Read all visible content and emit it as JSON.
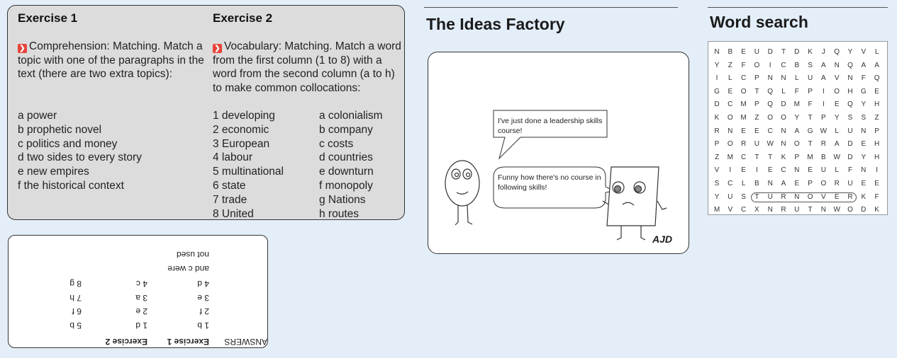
{
  "exercise1": {
    "title": "Exercise 1",
    "instruction": "Comprehension: Matching. Match a topic with one of the paragraphs in the text (there are two extra topics):",
    "items": [
      "a power",
      "b prophetic novel",
      "c politics and money",
      "d two sides to every story",
      "e new empires",
      "f the historical context"
    ]
  },
  "exercise2": {
    "title": "Exercise 2",
    "instruction": "Vocabulary: Matching. Match a word from the first column (1 to 8) with a word from the second column (a to h) to make common collocations:",
    "col1": [
      "1 developing",
      "2 economic",
      "3 European",
      "4 labour",
      "5 multinational",
      "6 state",
      "7 trade",
      "8 United"
    ],
    "col2": [
      "a colonialism",
      "b company",
      "c costs",
      "d countries",
      "e downturn",
      "f monopoly",
      "g Nations",
      "h routes"
    ]
  },
  "answers": {
    "title": "ANSWERS",
    "ex1_label": "Exercise 1",
    "ex2_label": "Exercise 2",
    "col1": [
      "1 b",
      "2 f",
      "3 e",
      "4 d"
    ],
    "col2": [
      "1 d",
      "2 e",
      "3 a",
      "4 c"
    ],
    "col3": [
      "5 b",
      "6 f",
      "7 h",
      "8 g"
    ],
    "note1": "and c were",
    "note2": "not used"
  },
  "ideas": {
    "title": "The Ideas Factory",
    "bubble1": "I've just done a leadership skills course!",
    "bubble2": "Funny how there's no course in following skills!",
    "signature": "AJD"
  },
  "wordsearch": {
    "title": "Word search",
    "grid": [
      [
        "N",
        "B",
        "E",
        "U",
        "D",
        "T",
        "D",
        "K",
        "J",
        "Q",
        "Y",
        "V",
        "L"
      ],
      [
        "Y",
        "Z",
        "F",
        "O",
        "I",
        "C",
        "B",
        "S",
        "A",
        "N",
        "Q",
        "A",
        "A"
      ],
      [
        "I",
        "L",
        "C",
        "P",
        "N",
        "N",
        "L",
        "U",
        "A",
        "V",
        "N",
        "F",
        "Q"
      ],
      [
        "G",
        "E",
        "O",
        "T",
        "Q",
        "L",
        "F",
        "P",
        "I",
        "O",
        "H",
        "G",
        "E"
      ],
      [
        "D",
        "C",
        "M",
        "P",
        "Q",
        "D",
        "M",
        "F",
        "I",
        "E",
        "Q",
        "Y",
        "H"
      ],
      [
        "K",
        "O",
        "M",
        "Z",
        "O",
        "O",
        "Y",
        "T",
        "P",
        "Y",
        "S",
        "S",
        "Z"
      ],
      [
        "R",
        "N",
        "E",
        "E",
        "C",
        "N",
        "A",
        "G",
        "W",
        "L",
        "U",
        "N",
        "P"
      ],
      [
        "P",
        "O",
        "R",
        "U",
        "W",
        "N",
        "O",
        "T",
        "R",
        "A",
        "D",
        "E",
        "H"
      ],
      [
        "Z",
        "M",
        "C",
        "T",
        "T",
        "K",
        "P",
        "M",
        "B",
        "W",
        "D",
        "Y",
        "H"
      ],
      [
        "V",
        "I",
        "E",
        "I",
        "E",
        "C",
        "N",
        "E",
        "U",
        "L",
        "F",
        "N",
        "I"
      ],
      [
        "S",
        "C",
        "L",
        "B",
        "N",
        "A",
        "E",
        "P",
        "O",
        "R",
        "U",
        "E",
        "E"
      ],
      [
        "Y",
        "U",
        "S",
        "T",
        "U",
        "R",
        "N",
        "O",
        "V",
        "E",
        "R",
        "K",
        "F"
      ],
      [
        "M",
        "V",
        "C",
        "X",
        "N",
        "R",
        "U",
        "T",
        "N",
        "W",
        "O",
        "D",
        "K"
      ]
    ],
    "found_word": "TURNOVER"
  },
  "colors": {
    "accent": "#e8443a",
    "panel": "#dcdcdc",
    "background": "#e3eef8"
  }
}
